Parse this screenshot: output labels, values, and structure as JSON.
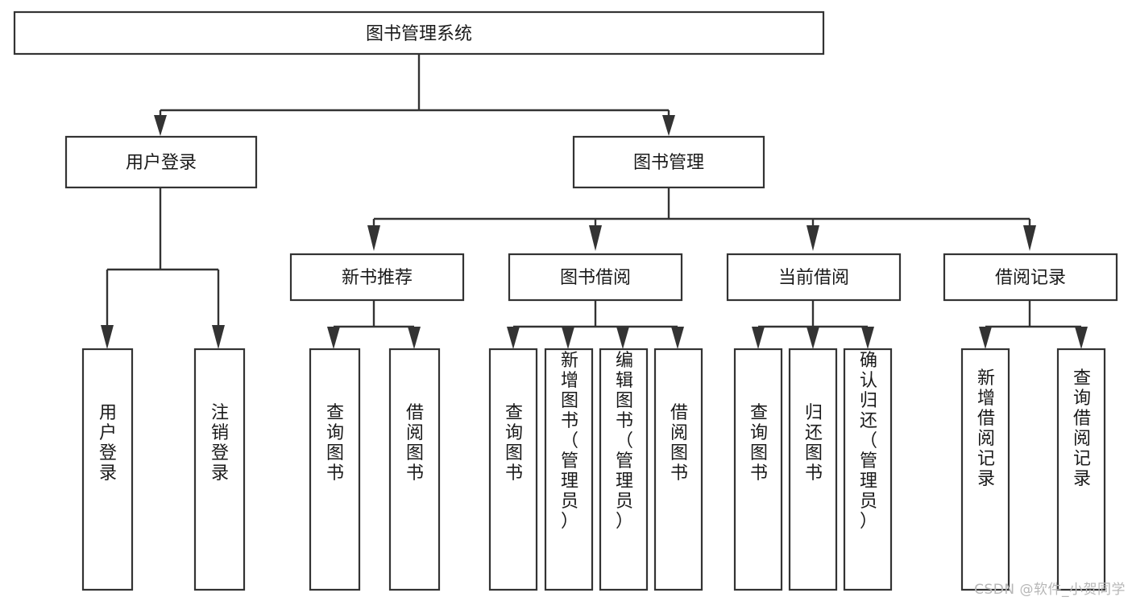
{
  "diagram": {
    "type": "tree-hierarchy-chart",
    "title": "图书管理系统",
    "watermark": "CSDN @软件_小贺同学",
    "colors": {
      "box_stroke": "#333333",
      "box_fill": "#ffffff",
      "text": "#1a1a1a",
      "background": "#ffffff",
      "watermark": "#b7b7b7"
    },
    "root": {
      "label": "图书管理系统"
    },
    "level1": [
      {
        "label": "用户登录"
      },
      {
        "label": "图书管理"
      }
    ],
    "level2": [
      {
        "label": "新书推荐"
      },
      {
        "label": "图书借阅"
      },
      {
        "label": "当前借阅"
      },
      {
        "label": "借阅记录"
      }
    ],
    "leaves": {
      "user_login": [
        {
          "label": "用户登录"
        },
        {
          "label": "注销登录"
        }
      ],
      "new_book": [
        {
          "label": "查询图书"
        },
        {
          "label": "借阅图书"
        }
      ],
      "book_borrow": [
        {
          "label": "查询图书"
        },
        {
          "label": "新增图书（管理员）"
        },
        {
          "label": "编辑图书（管理员）"
        },
        {
          "label": "借阅图书"
        }
      ],
      "current_borrow": [
        {
          "label": "查询图书"
        },
        {
          "label": "归还图书"
        },
        {
          "label": "确认归还（管理员）"
        }
      ],
      "borrow_record": [
        {
          "label": "新增借阅记录"
        },
        {
          "label": "查询借阅记录"
        }
      ]
    }
  }
}
